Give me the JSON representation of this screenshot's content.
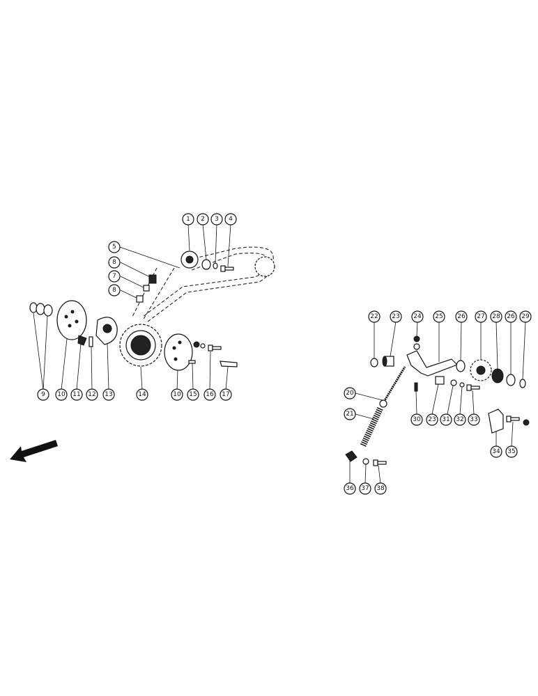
{
  "callouts": {
    "c1": "1",
    "c2": "2",
    "c3": "3",
    "c4": "4",
    "c5": "5",
    "c6": "8",
    "c7": "7",
    "c8": "8",
    "c9": "9",
    "c10": "10",
    "c11": "11",
    "c12": "12",
    "c13": "13",
    "c14": "14",
    "c15": "10",
    "c16": "15",
    "c17": "16",
    "c18": "17",
    "c19": "22",
    "c20": "23",
    "c21": "24",
    "c22": "25",
    "c23": "26",
    "c24": "27",
    "c25": "28",
    "c26": "26",
    "c27": "29",
    "c28": "20",
    "c29": "21",
    "c30": "30",
    "c31": "23",
    "c32": "31",
    "c33": "32",
    "c34": "33",
    "c35": "34",
    "c36": "35",
    "c37": "36",
    "c38": "37",
    "c39": "38"
  },
  "icons": {
    "direction_arrow": "arrow-left-down-icon"
  }
}
